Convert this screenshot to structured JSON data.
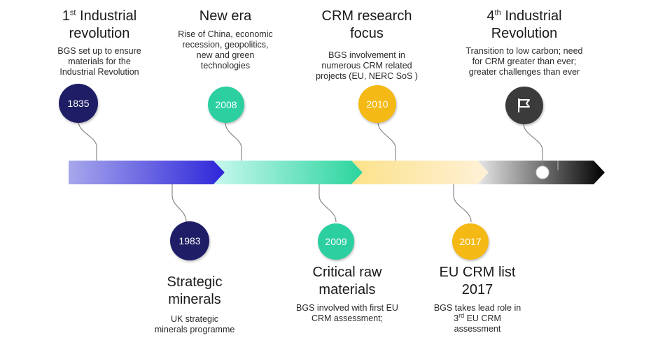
{
  "events": [
    {
      "year": "1835",
      "title_pre": "1",
      "title_sup": "st",
      "title_post": " Industrial",
      "title_line2": "revolution",
      "desc_lines": [
        "BGS set up to ensure",
        "materials for the",
        "Industrial Revolution"
      ],
      "color": "#1e1d66"
    },
    {
      "year": "2008",
      "title": "New era",
      "desc_lines": [
        "Rise of China, economic",
        "recession, geopolitics,",
        "new and green",
        "technologies"
      ],
      "color": "#2ccfa0"
    },
    {
      "year": "2010",
      "title_line1": "CRM research",
      "title_line2": "focus",
      "desc_lines": [
        "BGS involvement  in",
        "numerous CRM related",
        "projects (EU, NERC SoS )"
      ],
      "color": "#f4b914"
    },
    {
      "icon": "flag-icon",
      "title_pre": "4",
      "title_sup": "th",
      "title_post": " Industrial",
      "title_line2": "Revolution",
      "desc_lines": [
        "Transition to low carbon; need",
        "for CRM greater than ever;",
        "greater challenges than ever"
      ],
      "color": "#3b3b3b"
    },
    {
      "year": "1983",
      "title_line1": "Strategic",
      "title_line2": "minerals",
      "desc_lines": [
        "UK strategic",
        "minerals programme"
      ],
      "color": "#1e1d66"
    },
    {
      "year": "2009",
      "title_line1": "Critical raw",
      "title_line2": "materials",
      "desc_lines": [
        "BGS involved  with first EU",
        "CRM assessment;"
      ],
      "color": "#2ccfa0"
    },
    {
      "year": "2017",
      "title_line1": "EU CRM list",
      "title_line2": "2017",
      "desc_line1": "BGS takes lead role in",
      "desc_line2_sup": "rd",
      "desc_line2_pre": "3",
      "desc_line2_post": " EU CRM",
      "desc_line3": "assessment",
      "color": "#f4b914"
    }
  ]
}
